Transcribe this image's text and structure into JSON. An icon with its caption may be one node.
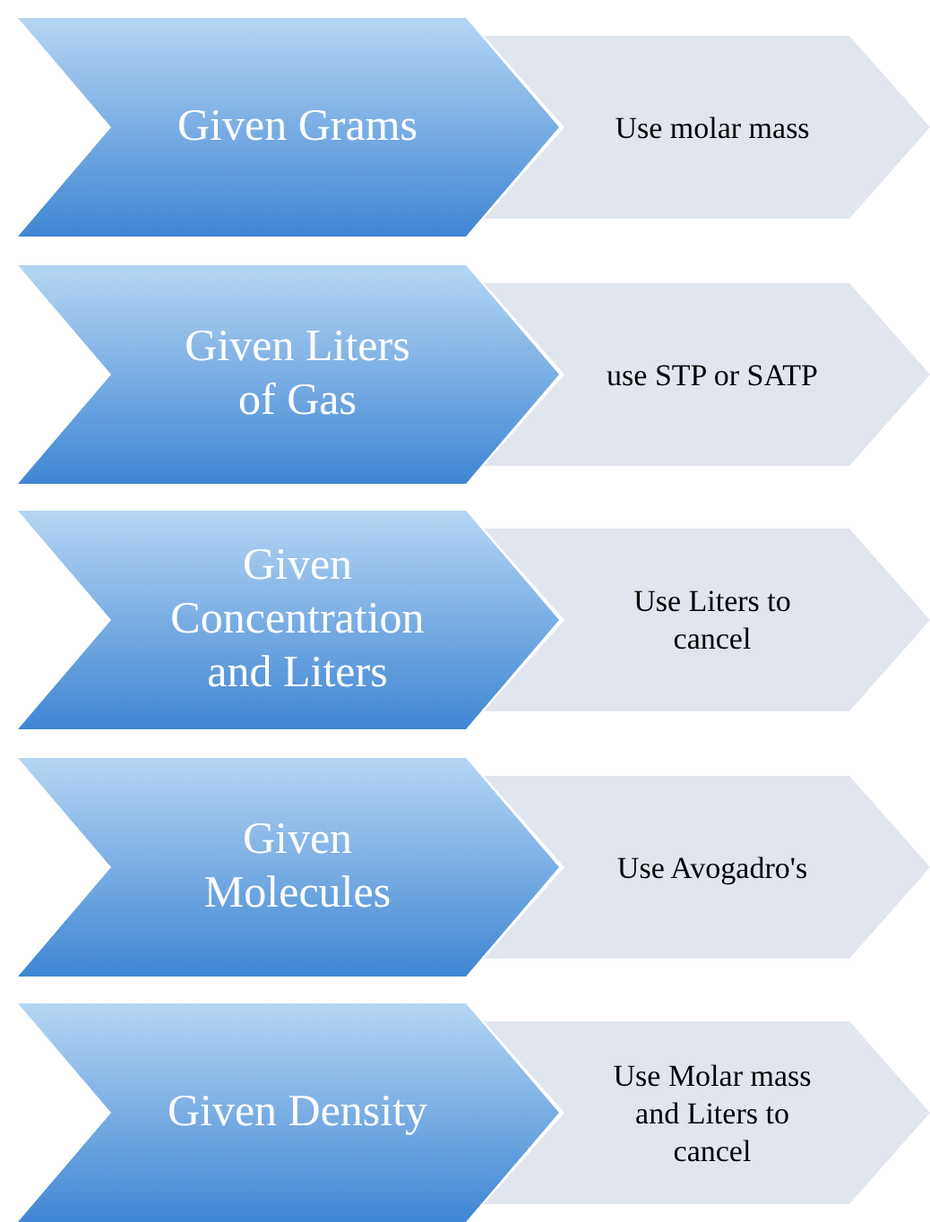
{
  "diagram": {
    "nodes": [
      {
        "text": [
          "Given Grams"
        ]
      },
      {
        "text": [
          "Use molar mass"
        ]
      },
      {
        "text": [
          "Given Liters of Gas"
        ]
      },
      {
        "text": [
          "use STP or SATP"
        ]
      },
      {
        "text": [
          "Given Concentration and Liters"
        ]
      },
      {
        "text": [
          "Use Liters to cancel"
        ]
      },
      {
        "text": [
          "Given Molecules"
        ]
      },
      {
        "text": [
          "Use Avogadro's"
        ]
      },
      {
        "text": [
          "Given Density"
        ]
      },
      {
        "text": [
          "Use Molar mass and Liters to cancel"
        ]
      }
    ]
  }
}
